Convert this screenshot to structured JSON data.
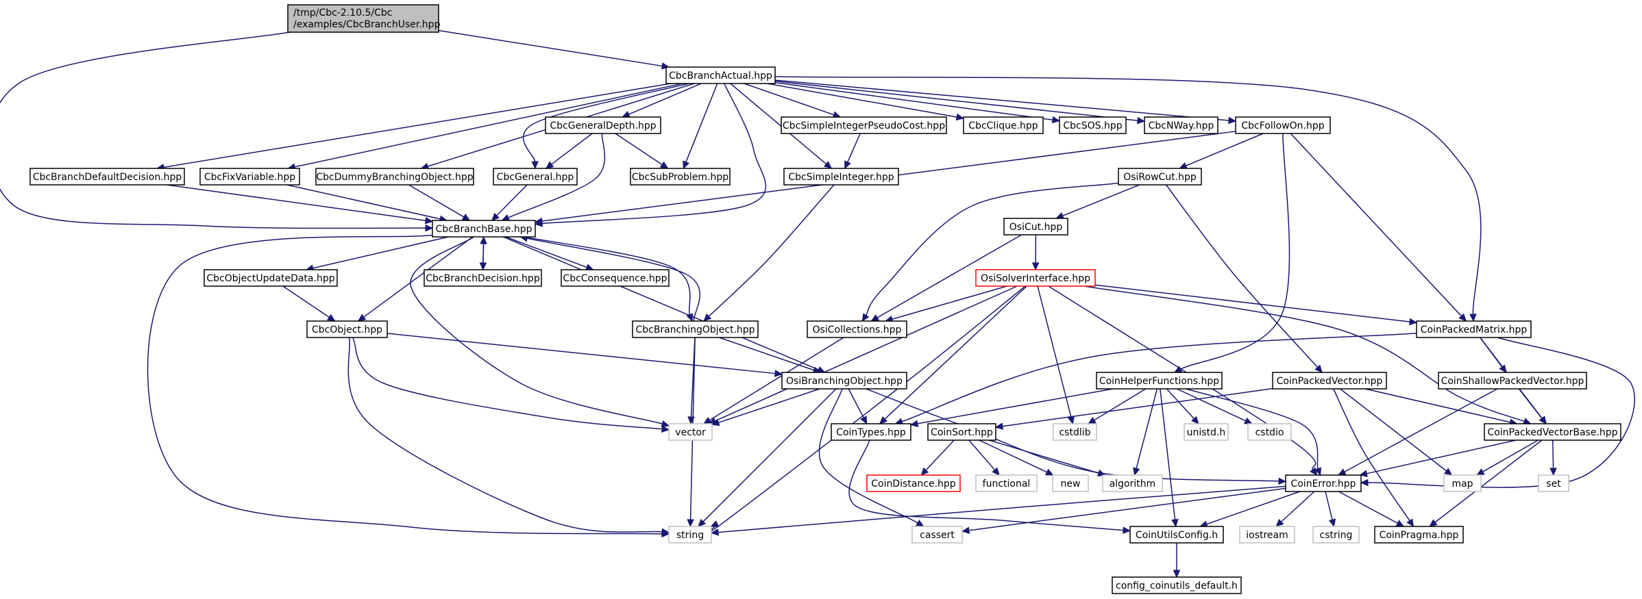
{
  "diagram": {
    "type": "include-dependency-graph",
    "edge_color": "#191970",
    "root_fill": "#bfbfbf",
    "missing_border": "#ff0000",
    "system_border": "#bfbfbf",
    "nodes": [
      {
        "id": "root",
        "label": [
          "/tmp/Cbc-2.10.5/Cbc",
          "/examples/CbcBranchUser.hpp"
        ],
        "kind": "root"
      },
      {
        "id": "CbcBranchActual",
        "label": [
          "CbcBranchActual.hpp"
        ],
        "kind": "file"
      },
      {
        "id": "CbcGeneralDepth",
        "label": [
          "CbcGeneralDepth.hpp"
        ],
        "kind": "file"
      },
      {
        "id": "CbcSimpleIntegerPseudoCost",
        "label": [
          "CbcSimpleIntegerPseudoCost.hpp"
        ],
        "kind": "file"
      },
      {
        "id": "CbcClique",
        "label": [
          "CbcClique.hpp"
        ],
        "kind": "file"
      },
      {
        "id": "CbcSOS",
        "label": [
          "CbcSOS.hpp"
        ],
        "kind": "file"
      },
      {
        "id": "CbcNWay",
        "label": [
          "CbcNWay.hpp"
        ],
        "kind": "file"
      },
      {
        "id": "CbcFollowOn",
        "label": [
          "CbcFollowOn.hpp"
        ],
        "kind": "file"
      },
      {
        "id": "CbcBranchDefaultDecision",
        "label": [
          "CbcBranchDefaultDecision.hpp"
        ],
        "kind": "file"
      },
      {
        "id": "CbcFixVariable",
        "label": [
          "CbcFixVariable.hpp"
        ],
        "kind": "file"
      },
      {
        "id": "CbcDummyBranchingObject",
        "label": [
          "CbcDummyBranchingObject.hpp"
        ],
        "kind": "file"
      },
      {
        "id": "CbcGeneral",
        "label": [
          "CbcGeneral.hpp"
        ],
        "kind": "file"
      },
      {
        "id": "CbcSubProblem",
        "label": [
          "CbcSubProblem.hpp"
        ],
        "kind": "file"
      },
      {
        "id": "CbcSimpleInteger",
        "label": [
          "CbcSimpleInteger.hpp"
        ],
        "kind": "file"
      },
      {
        "id": "OsiRowCut",
        "label": [
          "OsiRowCut.hpp"
        ],
        "kind": "file"
      },
      {
        "id": "CbcBranchBase",
        "label": [
          "CbcBranchBase.hpp"
        ],
        "kind": "file"
      },
      {
        "id": "OsiCut",
        "label": [
          "OsiCut.hpp"
        ],
        "kind": "file"
      },
      {
        "id": "CbcObjectUpdateData",
        "label": [
          "CbcObjectUpdateData.hpp"
        ],
        "kind": "file"
      },
      {
        "id": "CbcBranchDecision",
        "label": [
          "CbcBranchDecision.hpp"
        ],
        "kind": "file"
      },
      {
        "id": "CbcConsequence",
        "label": [
          "CbcConsequence.hpp"
        ],
        "kind": "file"
      },
      {
        "id": "OsiSolverInterface",
        "label": [
          "OsiSolverInterface.hpp"
        ],
        "kind": "missing"
      },
      {
        "id": "CbcObject",
        "label": [
          "CbcObject.hpp"
        ],
        "kind": "file"
      },
      {
        "id": "CbcBranchingObject",
        "label": [
          "CbcBranchingObject.hpp"
        ],
        "kind": "file"
      },
      {
        "id": "OsiCollections",
        "label": [
          "OsiCollections.hpp"
        ],
        "kind": "file"
      },
      {
        "id": "CoinPackedMatrix",
        "label": [
          "CoinPackedMatrix.hpp"
        ],
        "kind": "file"
      },
      {
        "id": "OsiBranchingObject",
        "label": [
          "OsiBranchingObject.hpp"
        ],
        "kind": "file"
      },
      {
        "id": "CoinHelperFunctions",
        "label": [
          "CoinHelperFunctions.hpp"
        ],
        "kind": "file"
      },
      {
        "id": "CoinPackedVector",
        "label": [
          "CoinPackedVector.hpp"
        ],
        "kind": "file"
      },
      {
        "id": "CoinShallowPackedVector",
        "label": [
          "CoinShallowPackedVector.hpp"
        ],
        "kind": "file"
      },
      {
        "id": "vector",
        "label": [
          "vector"
        ],
        "kind": "system"
      },
      {
        "id": "CoinTypes",
        "label": [
          "CoinTypes.hpp"
        ],
        "kind": "file"
      },
      {
        "id": "CoinSort",
        "label": [
          "CoinSort.hpp"
        ],
        "kind": "file"
      },
      {
        "id": "cstdlib",
        "label": [
          "cstdlib"
        ],
        "kind": "system"
      },
      {
        "id": "unistd",
        "label": [
          "unistd.h"
        ],
        "kind": "system"
      },
      {
        "id": "cstdio",
        "label": [
          "cstdio"
        ],
        "kind": "system"
      },
      {
        "id": "CoinPackedVectorBase",
        "label": [
          "CoinPackedVectorBase.hpp"
        ],
        "kind": "file"
      },
      {
        "id": "CoinDistance",
        "label": [
          "CoinDistance.hpp"
        ],
        "kind": "missing"
      },
      {
        "id": "functional",
        "label": [
          "functional"
        ],
        "kind": "system"
      },
      {
        "id": "new",
        "label": [
          "new"
        ],
        "kind": "system"
      },
      {
        "id": "algorithm",
        "label": [
          "algorithm"
        ],
        "kind": "system"
      },
      {
        "id": "CoinError",
        "label": [
          "CoinError.hpp"
        ],
        "kind": "file"
      },
      {
        "id": "map",
        "label": [
          "map"
        ],
        "kind": "system"
      },
      {
        "id": "set",
        "label": [
          "set"
        ],
        "kind": "system"
      },
      {
        "id": "string",
        "label": [
          "string"
        ],
        "kind": "system"
      },
      {
        "id": "cassert",
        "label": [
          "cassert"
        ],
        "kind": "system"
      },
      {
        "id": "CoinUtilsConfig",
        "label": [
          "CoinUtilsConfig.h"
        ],
        "kind": "file"
      },
      {
        "id": "iostream",
        "label": [
          "iostream"
        ],
        "kind": "system"
      },
      {
        "id": "cstring",
        "label": [
          "cstring"
        ],
        "kind": "system"
      },
      {
        "id": "CoinPragma",
        "label": [
          "CoinPragma.hpp"
        ],
        "kind": "file"
      },
      {
        "id": "config_coinutils_default",
        "label": [
          "config_coinutils_default.h"
        ],
        "kind": "file"
      }
    ],
    "edges": [
      [
        "root",
        "CbcBranchActual"
      ],
      [
        "root",
        "CbcBranchBase"
      ],
      [
        "CbcBranchActual",
        "CbcBranchDefaultDecision"
      ],
      [
        "CbcBranchActual",
        "CbcFixVariable"
      ],
      [
        "CbcBranchActual",
        "CbcDummyBranchingObject"
      ],
      [
        "CbcBranchActual",
        "CbcGeneral"
      ],
      [
        "CbcBranchActual",
        "CbcGeneralDepth"
      ],
      [
        "CbcBranchActual",
        "CbcSubProblem"
      ],
      [
        "CbcBranchActual",
        "CbcBranchBase"
      ],
      [
        "CbcBranchActual",
        "CbcSimpleInteger"
      ],
      [
        "CbcBranchActual",
        "CbcSimpleIntegerPseudoCost"
      ],
      [
        "CbcBranchActual",
        "CbcClique"
      ],
      [
        "CbcBranchActual",
        "CbcSOS"
      ],
      [
        "CbcBranchActual",
        "CbcNWay"
      ],
      [
        "CbcBranchActual",
        "CbcFollowOn"
      ],
      [
        "CbcBranchActual",
        "CoinPackedMatrix"
      ],
      [
        "CbcGeneralDepth",
        "CbcGeneral"
      ],
      [
        "CbcGeneralDepth",
        "CbcSubProblem"
      ],
      [
        "CbcGeneralDepth",
        "CbcBranchBase"
      ],
      [
        "CbcSimpleIntegerPseudoCost",
        "CbcSimpleInteger"
      ],
      [
        "CbcFollowOn",
        "CbcBranchBase"
      ],
      [
        "CbcFollowOn",
        "OsiRowCut"
      ],
      [
        "CbcFollowOn",
        "CoinPackedMatrix"
      ],
      [
        "CbcFollowOn",
        "CoinHelperFunctions"
      ],
      [
        "CbcBranchDefaultDecision",
        "CbcBranchBase"
      ],
      [
        "CbcFixVariable",
        "CbcBranchBase"
      ],
      [
        "CbcDummyBranchingObject",
        "CbcBranchBase"
      ],
      [
        "CbcGeneral",
        "CbcBranchBase"
      ],
      [
        "CbcSimpleInteger",
        "CbcBranchingObject"
      ],
      [
        "OsiRowCut",
        "OsiCut"
      ],
      [
        "OsiRowCut",
        "OsiCollections"
      ],
      [
        "OsiRowCut",
        "CoinPackedVector"
      ],
      [
        "OsiCut",
        "OsiSolverInterface"
      ],
      [
        "OsiCut",
        "OsiCollections"
      ],
      [
        "CbcBranchBase",
        "CbcObjectUpdateData"
      ],
      [
        "CbcBranchBase",
        "CbcObject"
      ],
      [
        "CbcBranchBase",
        "CbcBranchDecision"
      ],
      [
        "CbcBranchBase",
        "CbcConsequence"
      ],
      [
        "CbcBranchBase",
        "CbcBranchingObject"
      ],
      [
        "CbcBranchBase",
        "OsiBranchingObject"
      ],
      [
        "CbcBranchBase",
        "vector"
      ],
      [
        "CbcBranchBase",
        "string"
      ],
      [
        "CbcBranchDecision",
        "CbcBranchBase"
      ],
      [
        "CbcBranchingObject",
        "CbcBranchBase"
      ],
      [
        "CbcObjectUpdateData",
        "CbcObject"
      ],
      [
        "CbcObject",
        "OsiBranchingObject"
      ],
      [
        "CbcObject",
        "vector"
      ],
      [
        "CbcObject",
        "string"
      ],
      [
        "CbcBranchingObject",
        "OsiBranchingObject"
      ],
      [
        "CbcBranchingObject",
        "vector"
      ],
      [
        "CbcBranchingObject",
        "string"
      ],
      [
        "OsiSolverInterface",
        "OsiCollections"
      ],
      [
        "OsiSolverInterface",
        "CoinPackedMatrix"
      ],
      [
        "OsiSolverInterface",
        "vector"
      ],
      [
        "OsiSolverInterface",
        "string"
      ],
      [
        "OsiSolverInterface",
        "CoinTypes"
      ],
      [
        "OsiSolverInterface",
        "cstdlib"
      ],
      [
        "OsiSolverInterface",
        "CoinError"
      ],
      [
        "OsiSolverInterface",
        "CoinPackedVectorBase"
      ],
      [
        "OsiCollections",
        "vector"
      ],
      [
        "CoinPackedMatrix",
        "CoinTypes"
      ],
      [
        "CoinPackedMatrix",
        "CoinShallowPackedVector"
      ],
      [
        "CoinPackedMatrix",
        "CoinPackedVectorBase"
      ],
      [
        "CoinPackedMatrix",
        "CoinError"
      ],
      [
        "OsiBranchingObject",
        "vector"
      ],
      [
        "OsiBranchingObject",
        "string"
      ],
      [
        "OsiBranchingObject",
        "CoinTypes"
      ],
      [
        "OsiBranchingObject",
        "cassert"
      ],
      [
        "OsiBranchingObject",
        "CoinError"
      ],
      [
        "CoinHelperFunctions",
        "CoinTypes"
      ],
      [
        "CoinHelperFunctions",
        "cstdlib"
      ],
      [
        "CoinHelperFunctions",
        "unistd"
      ],
      [
        "CoinHelperFunctions",
        "cstdio"
      ],
      [
        "CoinHelperFunctions",
        "algorithm"
      ],
      [
        "CoinHelperFunctions",
        "CoinError"
      ],
      [
        "CoinHelperFunctions",
        "CoinUtilsConfig"
      ],
      [
        "CoinPackedVector",
        "CoinSort"
      ],
      [
        "CoinPackedVector",
        "CoinPackedVectorBase"
      ],
      [
        "CoinPackedVector",
        "map"
      ],
      [
        "CoinPackedVector",
        "CoinPragma"
      ],
      [
        "CoinShallowPackedVector",
        "CoinPackedVectorBase"
      ],
      [
        "CoinShallowPackedVector",
        "CoinError"
      ],
      [
        "CoinPackedVectorBase",
        "CoinError"
      ],
      [
        "CoinPackedVectorBase",
        "map"
      ],
      [
        "CoinPackedVectorBase",
        "set"
      ],
      [
        "CoinPackedVectorBase",
        "CoinPragma"
      ],
      [
        "CoinSort",
        "CoinDistance"
      ],
      [
        "CoinSort",
        "functional"
      ],
      [
        "CoinSort",
        "new"
      ],
      [
        "CoinSort",
        "algorithm"
      ],
      [
        "CoinTypes",
        "CoinUtilsConfig"
      ],
      [
        "CoinError",
        "string"
      ],
      [
        "CoinError",
        "cassert"
      ],
      [
        "CoinError",
        "CoinUtilsConfig"
      ],
      [
        "CoinError",
        "iostream"
      ],
      [
        "CoinError",
        "cstring"
      ],
      [
        "CoinError",
        "CoinPragma"
      ],
      [
        "CoinUtilsConfig",
        "config_coinutils_default"
      ]
    ]
  }
}
